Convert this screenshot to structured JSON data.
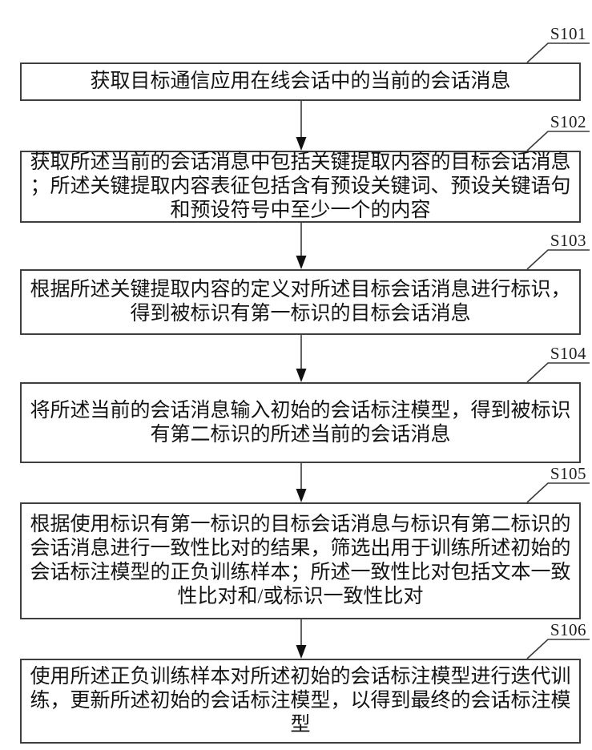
{
  "figure": {
    "type": "flowchart",
    "description_colors": {
      "background": "#ffffff",
      "box_border": "#3f3f3f",
      "line": "#3a3a3a",
      "text": "#141414",
      "arrowhead": "#111111"
    },
    "steps": [
      {
        "id": "S101",
        "text_lines": [
          "获取目标通信应用在线会话中的当前的会话消息"
        ]
      },
      {
        "id": "S102",
        "text_lines": [
          "获取所述当前的会话消息中包括关键提取内容的目标会话消息",
          "；所述关键提取内容表征包括含有预设关键词、预设关键语句",
          "和预设符号中至少一个的内容"
        ]
      },
      {
        "id": "S103",
        "text_lines": [
          "根据所述关键提取内容的定义对所述目标会话消息进行标识，",
          "得到被标识有第一标识的目标会话消息"
        ]
      },
      {
        "id": "S104",
        "text_lines": [
          "将所述当前的会话消息输入初始的会话标注模型，得到被标识",
          "有第二标识的所述当前的会话消息"
        ]
      },
      {
        "id": "S105",
        "text_lines": [
          "根据使用标识有第一标识的目标会话消息与标识有第二标识的",
          "会话消息进行一致性比对的结果，筛选出用于训练所述初始的",
          "会话标注模型的正负训练样本；所述一致性比对包括文本一致",
          "性比对和/或标识一致性比对"
        ]
      },
      {
        "id": "S106",
        "text_lines": [
          "使用所述正负训练样本对所述初始的会话标注模型进行迭代训",
          "练，更新所述初始的会话标注模型，以得到最终的会话标注模",
          "型"
        ]
      }
    ]
  }
}
